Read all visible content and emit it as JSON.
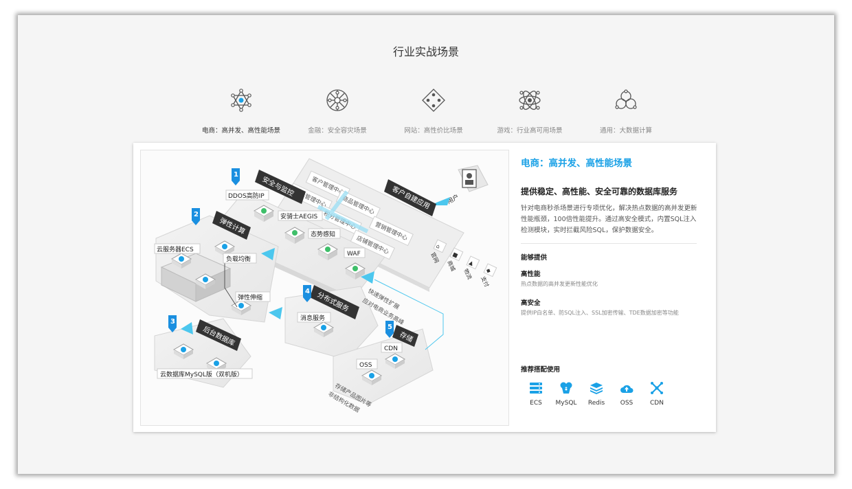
{
  "page": {
    "title": "行业实战场景"
  },
  "scenarios": [
    {
      "label": "电商：高并发、高性能场景",
      "icon": "network-hub-icon",
      "active": true
    },
    {
      "label": "金融：安全容灾场景",
      "icon": "circle-network-icon",
      "active": false
    },
    {
      "label": "网站：高性价比场景",
      "icon": "diamond-dots-icon",
      "active": false
    },
    {
      "label": "游戏：行业高可用场景",
      "icon": "atom-icon",
      "active": false
    },
    {
      "label": "通用：大数据计算",
      "icon": "venn-triangle-icon",
      "active": false
    }
  ],
  "detail": {
    "title": "电商：高并发、高性能场景",
    "headline": "提供稳定、高性能、安全可靠的数据库服务",
    "description": "针对电商秒杀场景进行专项优化，解决热点数据的高并发更新性能瓶颈，100倍性能提升。通过高安全模式，内置SQL注入检测模块，实时拦截风险SQL，保护数据安全。",
    "capabilities_title": "能够提供",
    "features": [
      {
        "title": "高性能",
        "desc": "热点数据的高并发更新性能优化"
      },
      {
        "title": "高安全",
        "desc": "提供IP白名单、防SQL注入、SSL加密传输、TDE数据加密等功能"
      }
    ],
    "recommend_title": "推荐搭配使用",
    "products": [
      {
        "label": "ECS",
        "icon": "server-icon"
      },
      {
        "label": "MySQL",
        "icon": "mysql-icon"
      },
      {
        "label": "Redis",
        "icon": "redis-icon"
      },
      {
        "label": "OSS",
        "icon": "oss-cloud-icon"
      },
      {
        "label": "CDN",
        "icon": "cdn-icon"
      }
    ],
    "accent_color": "#1aa1e6"
  },
  "diagram": {
    "sections": [
      {
        "num": "1",
        "title": "安全与监控"
      },
      {
        "num": "2",
        "title": "弹性计算"
      },
      {
        "num": "3",
        "title": "后台数据库"
      },
      {
        "num": "4",
        "title": "分布式服务"
      },
      {
        "num": "5",
        "title": "存储"
      }
    ],
    "labels": {
      "ddos": "DDOS高防IP",
      "aegis": "安骑士AEGIS",
      "situation": "态势感知",
      "waf": "WAF",
      "ecs": "云服务器ECS",
      "slb": "负载均衡",
      "autoscale": "弹性伸缩",
      "mq": "消息服务",
      "rds": "云数据库MySQL版（双机版）",
      "cdn": "CDN",
      "oss": "OSS",
      "user": "用户",
      "app": "客户自建应用",
      "flow_note_1": "快速弹性扩展",
      "flow_note_2": "应对电商业务高峰",
      "storage_note_1": "存储产品图片等",
      "storage_note_2": "非结构化数据"
    },
    "app_modules": [
      "客户管理中心",
      "订单管理中心",
      "商品管理中心",
      "积分管理中心",
      "营销管理中心",
      "店铺管理中心"
    ],
    "app_tiles": [
      "官网",
      "商城",
      "支付",
      "物流"
    ]
  }
}
